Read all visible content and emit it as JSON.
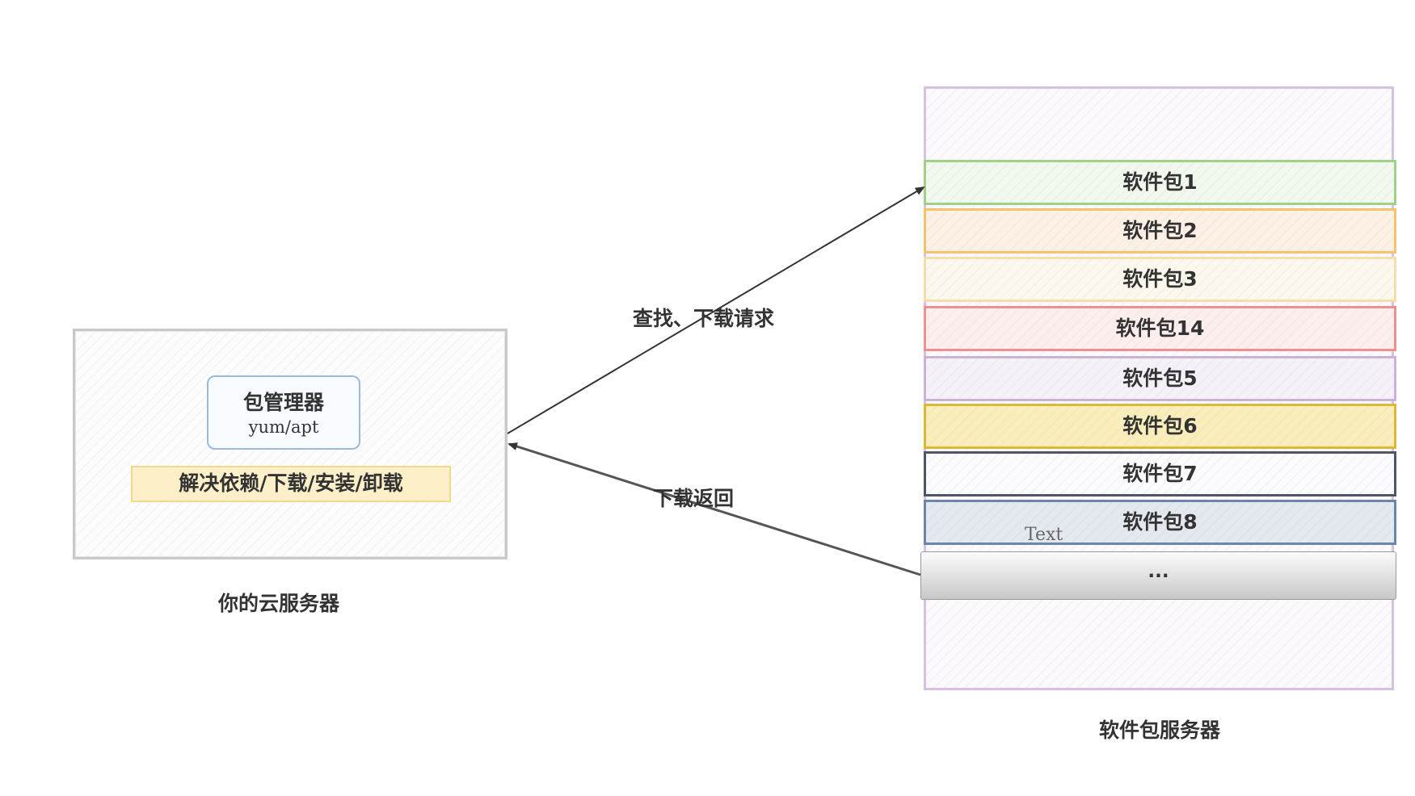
{
  "client": {
    "package_manager_title": "包管理器",
    "package_manager_subtitle": "yum/apt",
    "functions": "解决依赖/下载/安装/卸载",
    "caption": "你的云服务器"
  },
  "edges": {
    "request_label": "查找、下载请求",
    "return_label": "下载返回"
  },
  "server": {
    "caption": "软件包服务器",
    "stray_text": "Text",
    "ellipsis": "...",
    "packages": [
      {
        "label": "软件包1",
        "border": "#9fd18b",
        "fill": "#f1f8ee"
      },
      {
        "label": "软件包2",
        "border": "#f4c36b",
        "fill": "#fdf1e6"
      },
      {
        "label": "软件包3",
        "border": "#f6deab",
        "fill": "#fdf8ee"
      },
      {
        "label": "软件包14",
        "border": "#ef8f8f",
        "fill": "#fdeeee"
      },
      {
        "label": "软件包5",
        "border": "#c9b3d9",
        "fill": "#f6f1f9"
      },
      {
        "label": "软件包6",
        "border": "#d9b938",
        "fill": "#f9eebb"
      },
      {
        "label": "软件包7",
        "border": "#4e5666",
        "fill": "#fbfbfd"
      },
      {
        "label": "软件包8",
        "border": "#6b86a8",
        "fill": "#e4e9ef"
      }
    ]
  }
}
